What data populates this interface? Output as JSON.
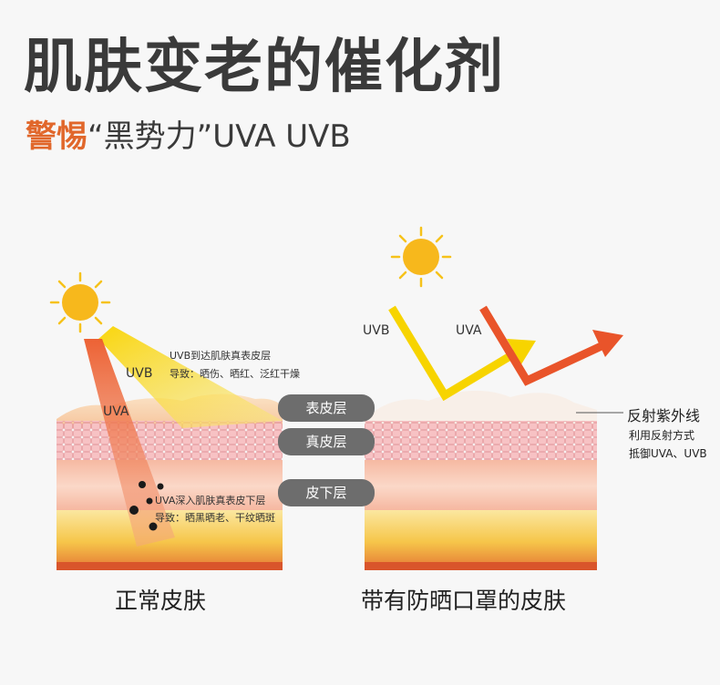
{
  "header": {
    "title": "肌肤变老的催化剂",
    "subtitle_accent": "警惕",
    "subtitle_rest": "“黑势力”UVA UVB"
  },
  "left": {
    "uvb_label": "UVB",
    "uva_label": "UVA",
    "uvb_note_1": "UVB到达肌肤真表皮层",
    "uvb_note_2": "导致：晒伤、晒红、泛红干燥",
    "uva_note_1": "UVA深入肌肤真表皮下层",
    "uva_note_2": "导致：晒黑晒老、干纹晒斑",
    "caption": "正常皮肤"
  },
  "layers": {
    "epidermis": "表皮层",
    "dermis": "真皮层",
    "subcutis": "皮下层"
  },
  "right": {
    "uvb_label": "UVB",
    "uva_label": "UVA",
    "reflect_title": "反射紫外线",
    "reflect_note_1": "利用反射方式",
    "reflect_note_2": "抵御UVA、UVB",
    "caption": "带有防晒口罩的皮肤"
  },
  "colors": {
    "accent": "#e1672b",
    "uvb_yellow": "#f7d400",
    "uva_orange": "#e9542a",
    "pill_gray": "#6d6d6d"
  }
}
